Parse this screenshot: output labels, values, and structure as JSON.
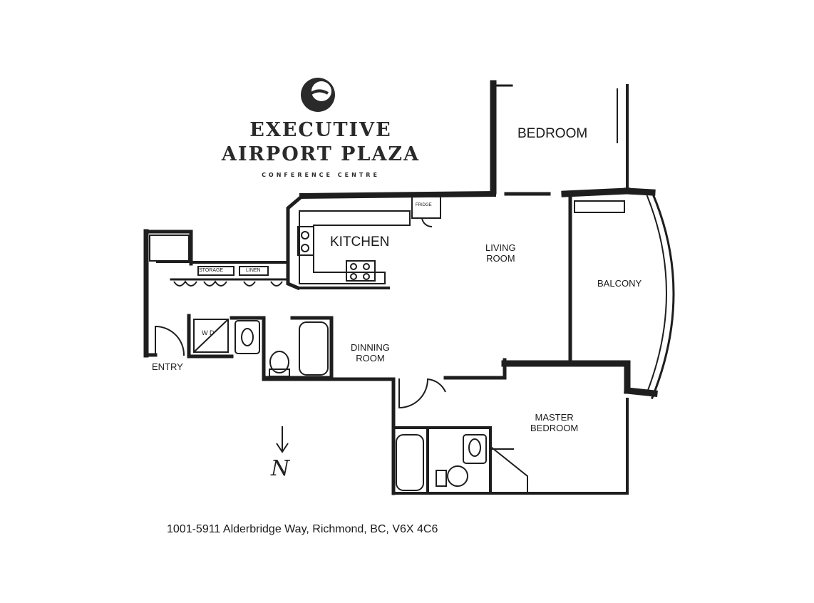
{
  "brand": {
    "line1": "EXECUTIVE",
    "line2": "AIRPORT PLAZA",
    "line3": "CONFERENCE CENTRE",
    "logo_icon": "crescent-swirl-logo"
  },
  "rooms": {
    "bedroom": "BEDROOM",
    "kitchen": "KITCHEN",
    "living": "LIVING\nROOM",
    "balcony": "BALCONY",
    "dining": "DINNING\nROOM",
    "entry": "ENTRY",
    "master": "MASTER\nBEDROOM"
  },
  "fixtures": {
    "storage": "STORAGE",
    "linen": "LINEN",
    "washer_dryer": "W D",
    "fridge": "FRIDGE"
  },
  "compass": {
    "label": "N",
    "icon": "north-arrow-icon"
  },
  "address": "1001-5911 Alderbridge Way, Richmond, BC, V6X 4C6",
  "colors": {
    "wall": "#1e1e1e",
    "ink": "#1a1a1a"
  }
}
